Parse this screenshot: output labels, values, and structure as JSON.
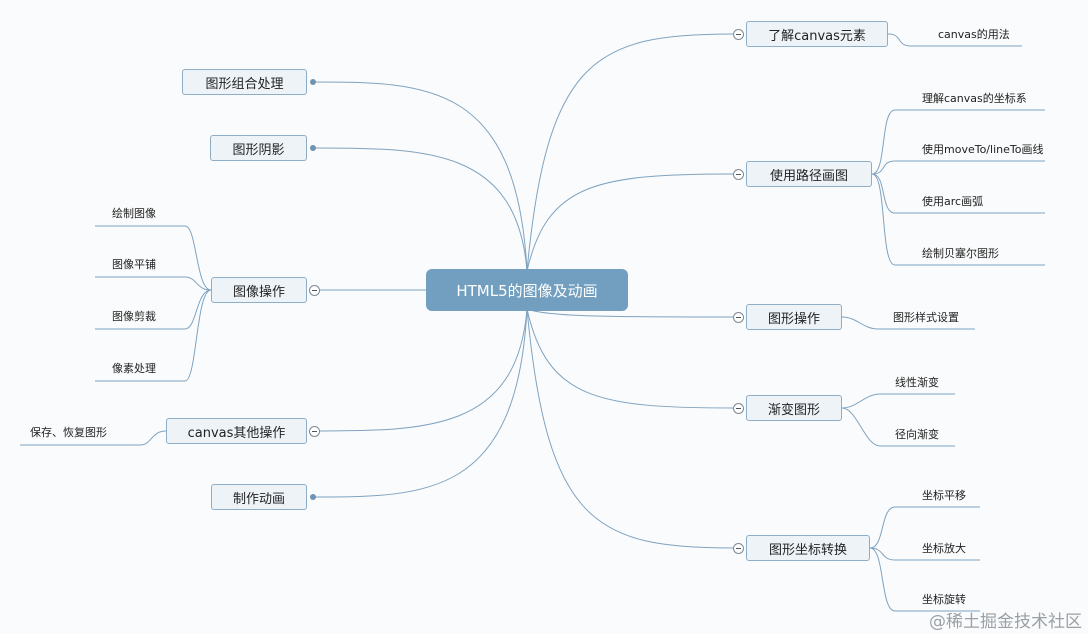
{
  "center": "HTML5的图像及动画",
  "right": [
    {
      "label": "了解canvas元素",
      "children": [
        "canvas的用法"
      ]
    },
    {
      "label": "使用路径画图",
      "children": [
        "理解canvas的坐标系",
        "使用moveTo/lineTo画线",
        "使用arc画弧",
        "绘制贝塞尔图形"
      ]
    },
    {
      "label": "图形操作",
      "children": [
        "图形样式设置"
      ]
    },
    {
      "label": "渐变图形",
      "children": [
        "线性渐变",
        "径向渐变"
      ]
    },
    {
      "label": "图形坐标转换",
      "children": [
        "坐标平移",
        "坐标放大",
        "坐标旋转"
      ]
    }
  ],
  "left": [
    {
      "label": "图形组合处理",
      "children": []
    },
    {
      "label": "图形阴影",
      "children": []
    },
    {
      "label": "图像操作",
      "children": [
        "绘制图像",
        "图像平铺",
        "图像剪裁",
        "像素处理"
      ]
    },
    {
      "label": "canvas其他操作",
      "children": [
        "保存、恢复图形"
      ]
    },
    {
      "label": "制作动画",
      "children": []
    }
  ],
  "watermark": "@稀土掘金技术社区",
  "colors": {
    "line": "#7fa3c0",
    "center": "#729fbf",
    "node_fill": "#eef3f8"
  }
}
